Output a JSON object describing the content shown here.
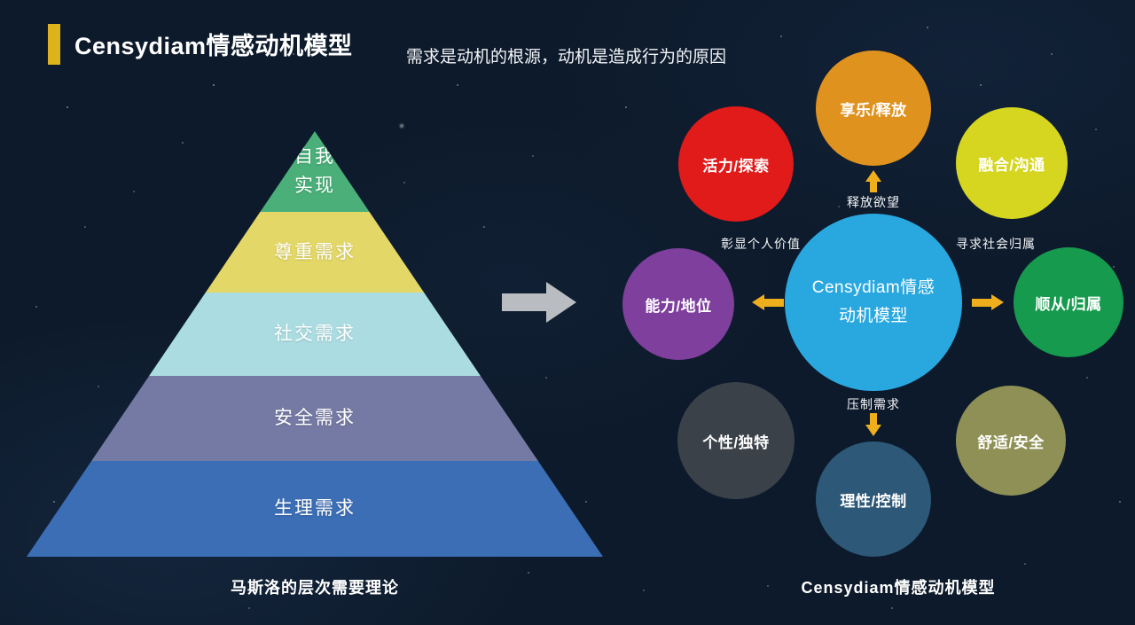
{
  "header": {
    "title": "Censydiam情感动机模型",
    "subtitle": "需求是动机的根源，动机是造成行为的原因"
  },
  "maslow": {
    "caption": "马斯洛的层次需要理论",
    "levels": [
      {
        "label": "自我\n实现",
        "color": "#4aaf78"
      },
      {
        "label": "尊重需求",
        "color": "#e3d767"
      },
      {
        "label": "社交需求",
        "color": "#abdce1"
      },
      {
        "label": "安全需求",
        "color": "#757aa4"
      },
      {
        "label": "生理需求",
        "color": "#3b6eb5"
      }
    ]
  },
  "censydiam": {
    "caption": "Censydiam情感动机模型",
    "center": {
      "label": "Censydiam情感\n动机模型",
      "color": "#29a8e0"
    },
    "satellites": [
      {
        "id": "hedonism",
        "label": "享乐/释放",
        "color": "#e0921f"
      },
      {
        "id": "vitality",
        "label": "活力/探索",
        "color": "#e11a1a"
      },
      {
        "id": "integration",
        "label": "融合/沟通",
        "color": "#d6d621"
      },
      {
        "id": "ability",
        "label": "能力/地位",
        "color": "#7e3f9d"
      },
      {
        "id": "belonging",
        "label": "顺从/归属",
        "color": "#169a4e"
      },
      {
        "id": "individuality",
        "label": "个性/独特",
        "color": "#3a4149"
      },
      {
        "id": "comfort",
        "label": "舒适/安全",
        "color": "#8f9055"
      },
      {
        "id": "control",
        "label": "理性/控制",
        "color": "#2d5878"
      }
    ],
    "annotations": {
      "top": "释放欲望",
      "left": "彰显个人价值",
      "right": "寻求社会归属",
      "bottom": "压制需求"
    }
  },
  "colors": {
    "accent_bar": "#ddb31c",
    "arrow_gold": "#efaf1d",
    "arrow_gray": "#b9bdc1",
    "background": "#0d1a2b"
  }
}
